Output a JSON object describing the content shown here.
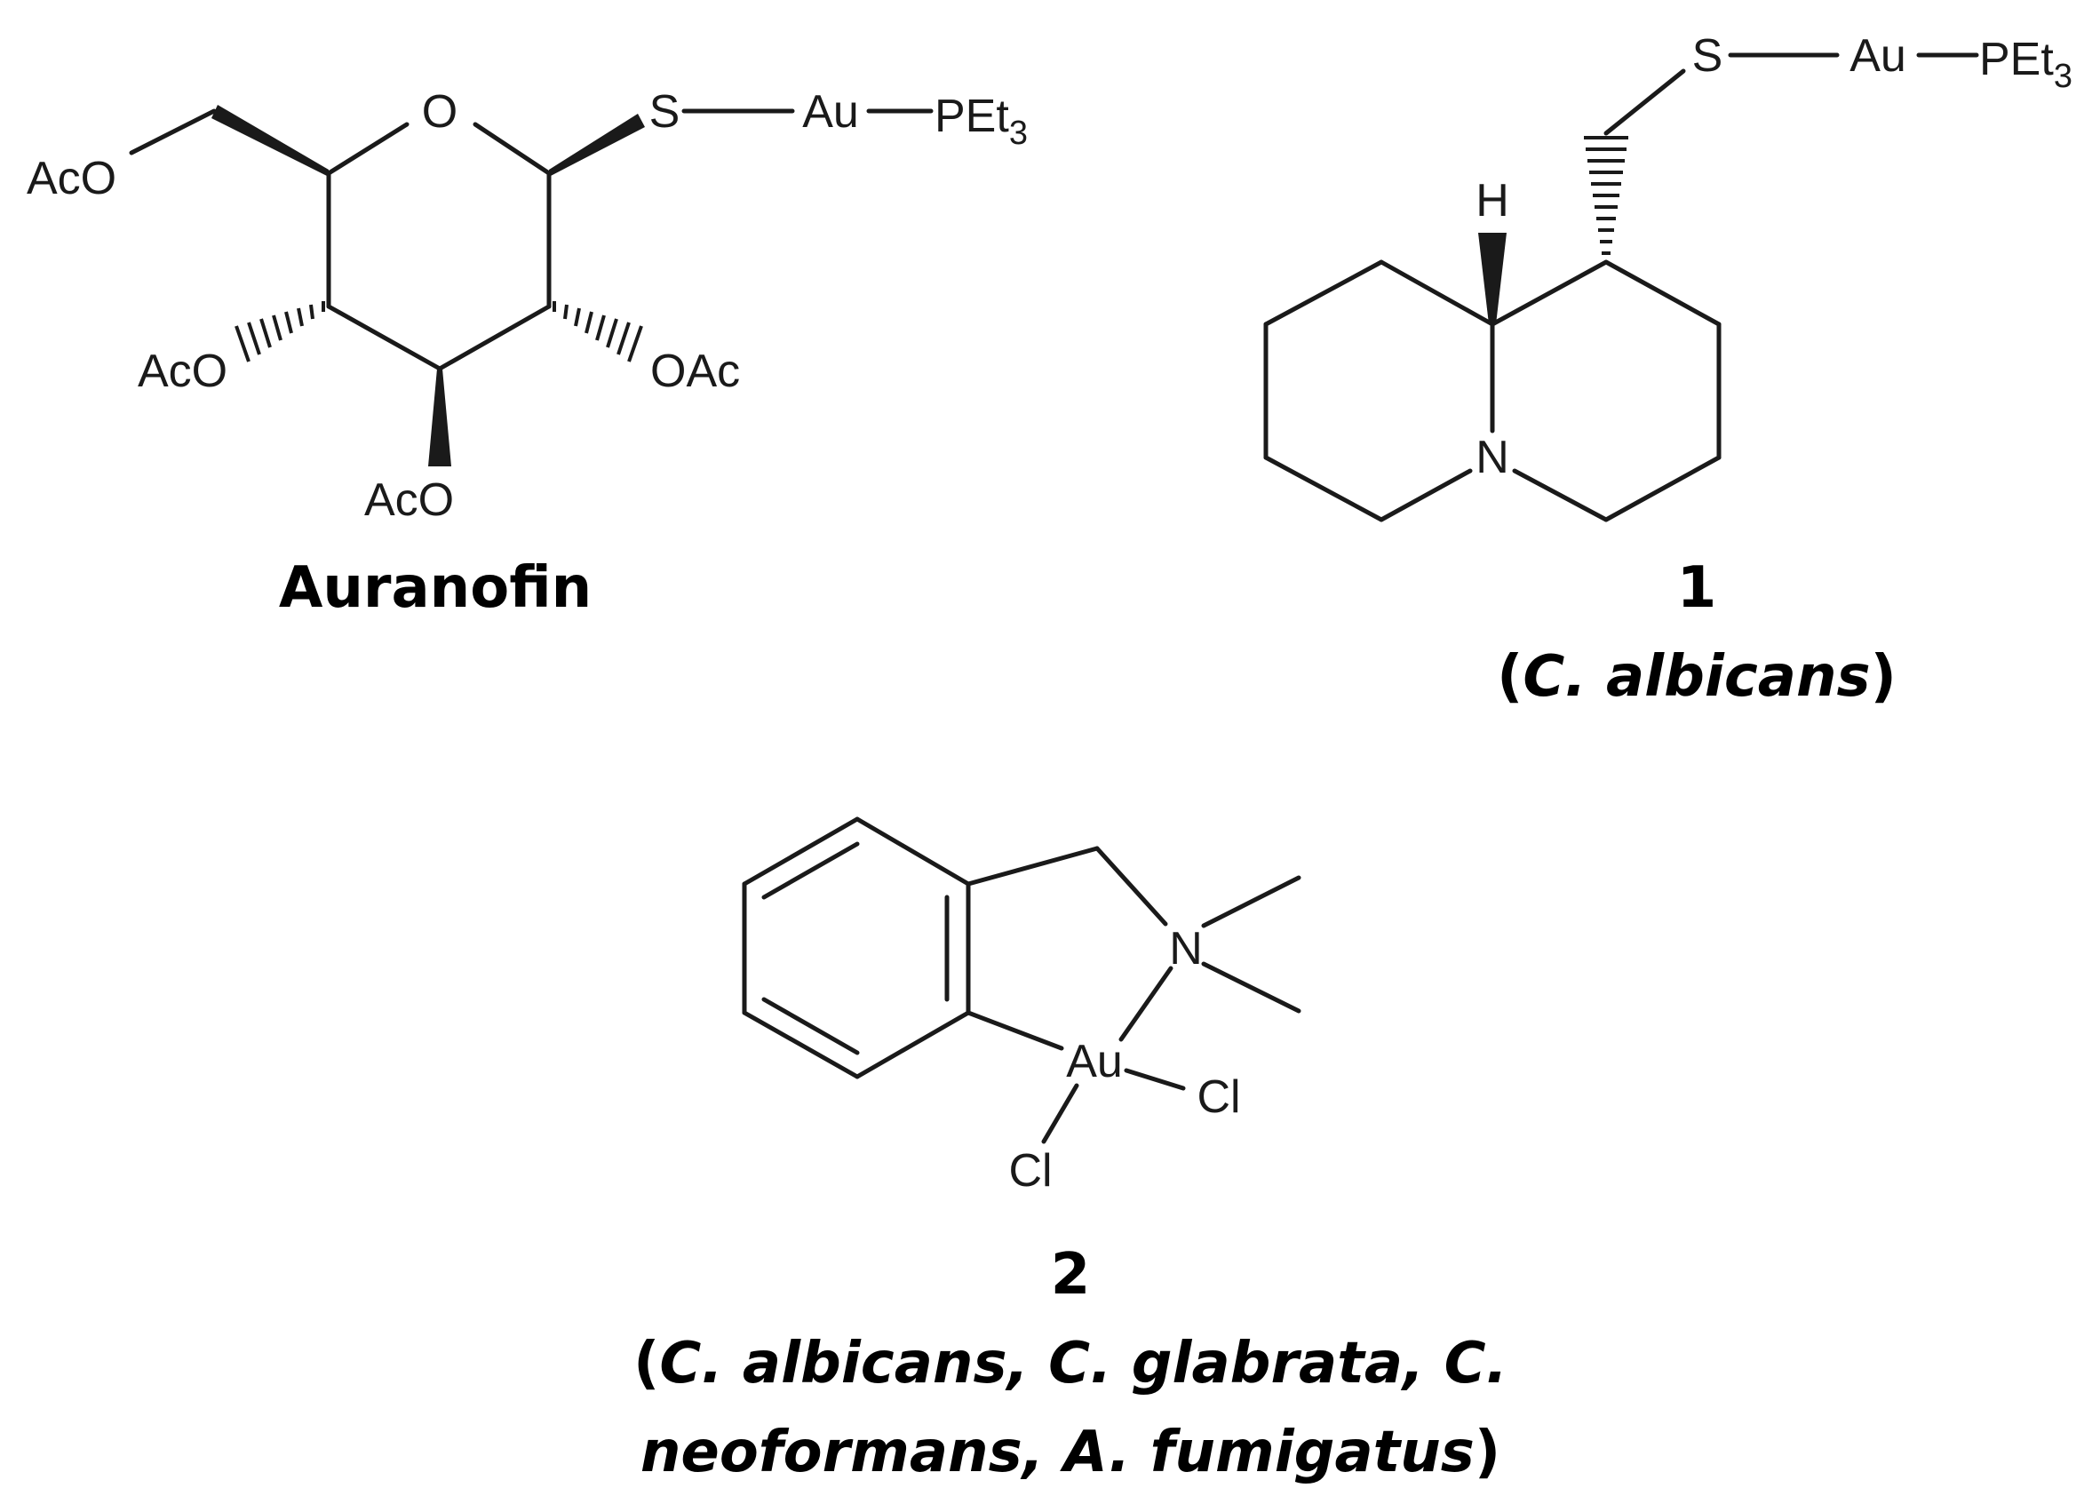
{
  "compounds": [
    {
      "label": "Auranofin",
      "organisms": "",
      "atoms": {
        "ring_o": "O",
        "s": "S",
        "au": "Au",
        "p": "PEt",
        "p_sub": "3",
        "aco_top": "AcO",
        "aco_left": "AcO",
        "aco_bottom": "AcO",
        "oac_right": "OAc"
      }
    },
    {
      "label": "1",
      "organisms": "C. albicans",
      "atoms": {
        "s": "S",
        "au": "Au",
        "p": "PEt",
        "p_sub": "3",
        "h": "H",
        "n": "N"
      }
    },
    {
      "label": "2",
      "organisms_line1": "C. albicans, C. glabrata, C.",
      "organisms_line2": "neoformans, A. fumigatus",
      "atoms": {
        "n": "N",
        "au": "Au",
        "cl_right": "Cl",
        "cl_bottom": "Cl"
      }
    }
  ]
}
